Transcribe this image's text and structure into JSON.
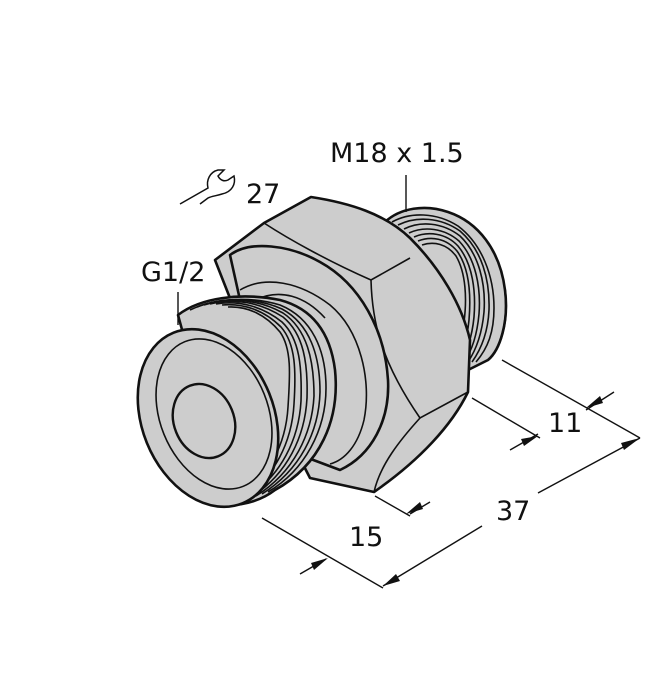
{
  "drawing": {
    "subject": "Threaded reducing adapter (hex body, two male threads)",
    "fill_color": "#cdcdcd",
    "line_color": "#111111",
    "background": "#ffffff"
  },
  "labels": {
    "thread_right": "M18 x 1.5",
    "thread_left": "G1/2",
    "wrench_size": "27"
  },
  "dimensions": {
    "right_thread_length": "11",
    "overall_length": "37",
    "left_thread_length": "15"
  },
  "icons": {
    "wrench": "wrench-icon"
  }
}
